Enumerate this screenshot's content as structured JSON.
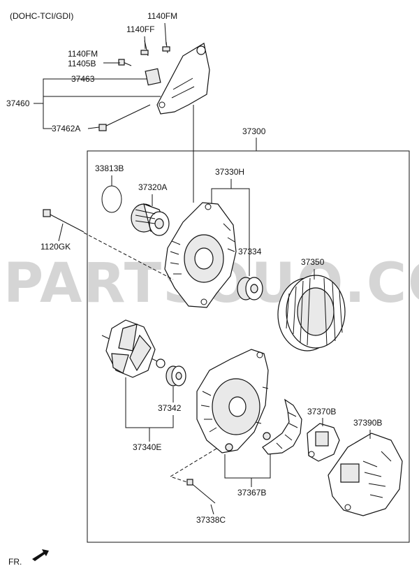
{
  "header": {
    "variant": "(DOHC-TCI/GDI)"
  },
  "watermark": {
    "text": "PARTSOUQ.COM"
  },
  "footer": {
    "direction_label": "FR."
  },
  "parts": {
    "p_1140FM_top": "1140FM",
    "p_1140FF": "1140FF",
    "p_1140FM_mid": "1140FM",
    "p_11405B": "11405B",
    "p_37463": "37463",
    "p_37460": "37460",
    "p_37462A": "37462A",
    "p_37300": "37300",
    "p_33813B": "33813B",
    "p_37320A": "37320A",
    "p_37330H": "37330H",
    "p_1120GK": "1120GK",
    "p_37334": "37334",
    "p_37350": "37350",
    "p_37342": "37342",
    "p_37340E": "37340E",
    "p_37370B": "37370B",
    "p_37390B": "37390B",
    "p_37367B": "37367B",
    "p_37338C": "37338C"
  }
}
